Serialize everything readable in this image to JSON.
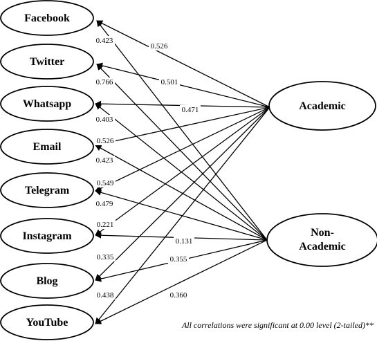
{
  "platforms": [
    {
      "id": "facebook",
      "label": "Facebook"
    },
    {
      "id": "twitter",
      "label": "Twitter"
    },
    {
      "id": "whatsapp",
      "label": "Whatsapp"
    },
    {
      "id": "email",
      "label": "Email"
    },
    {
      "id": "telegram",
      "label": "Telegram"
    },
    {
      "id": "instagram",
      "label": "Instagram"
    },
    {
      "id": "blog",
      "label": "Blog"
    },
    {
      "id": "youtube",
      "label": "YouTube"
    }
  ],
  "outcomes": {
    "academic": {
      "line1": "Academic",
      "line2": ""
    },
    "non_academic": {
      "line1": "Non-",
      "line2": "Academic"
    }
  },
  "correlations": {
    "academic": {
      "facebook": "0.526",
      "twitter": "0.501",
      "whatsapp": "0.471",
      "email": "0.526",
      "telegram": "0.549",
      "instagram": "0.221",
      "blog": "0.335",
      "youtube": "0.438"
    },
    "non_academic": {
      "facebook": "0.423",
      "twitter": "0.766",
      "whatsapp": "0.403",
      "email": "0.423",
      "telegram": "0.479",
      "instagram": "0.131",
      "blog": "0.355",
      "youtube": "0.360"
    }
  },
  "footnote": "All correlations were significant at 0.00 level (2-tailed)**"
}
